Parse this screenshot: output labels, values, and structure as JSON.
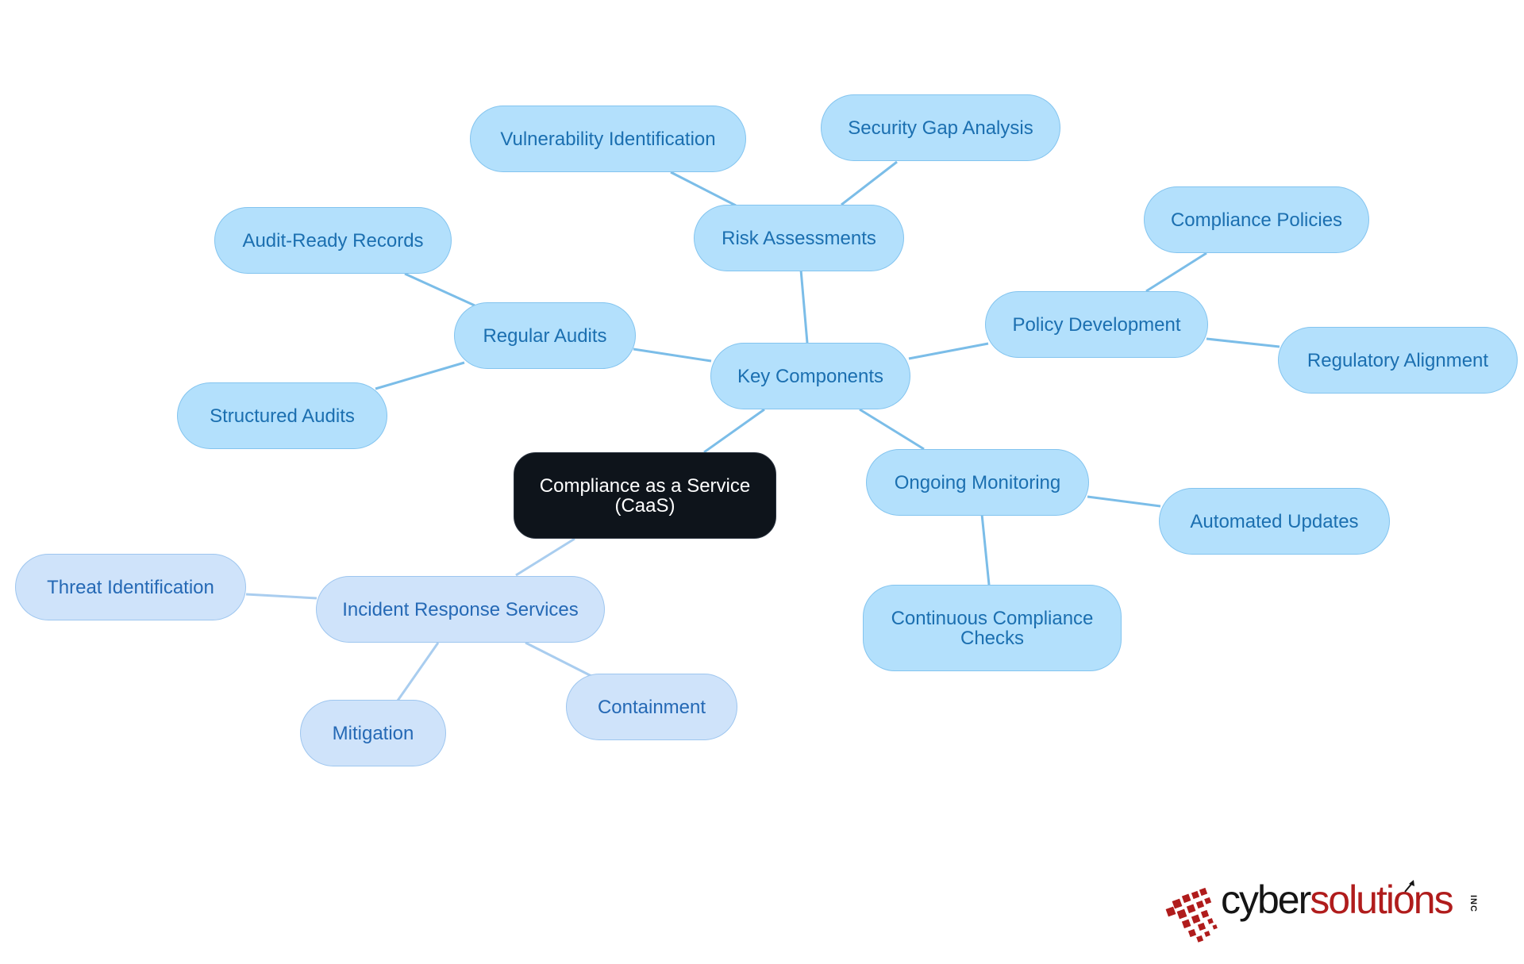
{
  "diagram": {
    "root": "Compliance as a Service (CaaS)",
    "nodes": {
      "root": "Compliance as a Service\n(CaaS)",
      "key_components": "Key Components",
      "risk_assessments": "Risk Assessments",
      "vulnerability_identification": "Vulnerability Identification",
      "security_gap_analysis": "Security Gap Analysis",
      "regular_audits": "Regular Audits",
      "audit_ready_records": "Audit-Ready Records",
      "structured_audits": "Structured Audits",
      "policy_development": "Policy Development",
      "compliance_policies": "Compliance Policies",
      "regulatory_alignment": "Regulatory Alignment",
      "ongoing_monitoring": "Ongoing Monitoring",
      "automated_updates": "Automated Updates",
      "continuous_compliance_checks": "Continuous Compliance Checks",
      "incident_response_services": "Incident Response Services",
      "threat_identification": "Threat Identification",
      "containment": "Containment",
      "mitigation": "Mitigation"
    },
    "edges": [
      [
        "root",
        "key_components"
      ],
      [
        "root",
        "incident_response_services"
      ],
      [
        "key_components",
        "risk_assessments"
      ],
      [
        "key_components",
        "regular_audits"
      ],
      [
        "key_components",
        "policy_development"
      ],
      [
        "key_components",
        "ongoing_monitoring"
      ],
      [
        "risk_assessments",
        "vulnerability_identification"
      ],
      [
        "risk_assessments",
        "security_gap_analysis"
      ],
      [
        "regular_audits",
        "audit_ready_records"
      ],
      [
        "regular_audits",
        "structured_audits"
      ],
      [
        "policy_development",
        "compliance_policies"
      ],
      [
        "policy_development",
        "regulatory_alignment"
      ],
      [
        "ongoing_monitoring",
        "automated_updates"
      ],
      [
        "ongoing_monitoring",
        "continuous_compliance_checks"
      ],
      [
        "incident_response_services",
        "threat_identification"
      ],
      [
        "incident_response_services",
        "containment"
      ],
      [
        "incident_response_services",
        "mitigation"
      ]
    ]
  },
  "colors": {
    "edge_blue": "#7bbde8",
    "edge_light": "#a9cdef",
    "node_blue_fill": "#b3e0fc",
    "node_light_fill": "#cfe3fa",
    "node_text": "#1b6fb0",
    "root_fill": "#0e141b",
    "root_text": "#ffffff",
    "logo_dark": "#151515",
    "logo_red": "#b01c1c"
  },
  "logo": {
    "cyber": "cyber",
    "solutions": "solutions",
    "inc": "INC",
    "icon": "red-pixel-swoosh-icon"
  }
}
